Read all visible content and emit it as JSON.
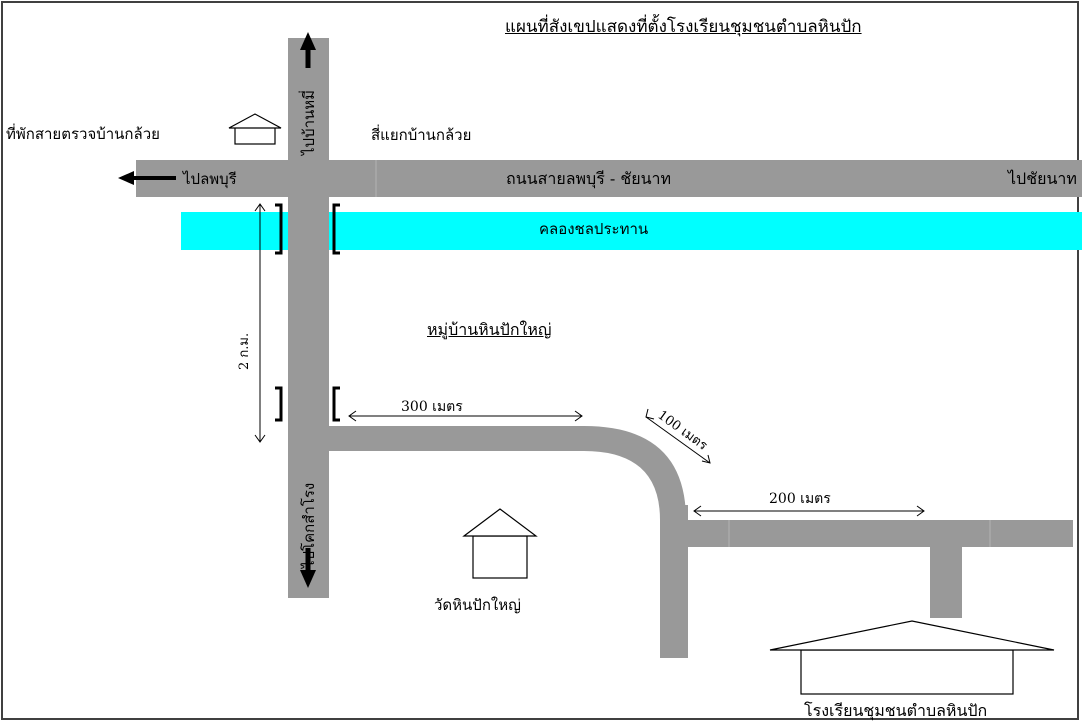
{
  "title": "แผนที่สังเขปแสดงที่ตั้งโรงเรียนชุมชนตำบลหินปัก",
  "labels": {
    "checkpoint": "ที่พักสายตรวจบ้านกล้วย",
    "intersection": "สี่แยกบ้านกล้วย",
    "to_lopburi": "ไปลพบุรี",
    "highway": "ถนนสายลพบุรี - ชัยนาท",
    "to_chainat": "ไปชัยนาท",
    "canal": "คลองชลประทาน",
    "village": "หมู่บ้านหินปักใหญ่",
    "to_north": "ไปบ้านหมี่",
    "to_south": "ไปโคกสำโรง",
    "distance_2km": "2 ก.ม.",
    "distance_300": "300 เมตร",
    "distance_100": "100 เมตร",
    "distance_200": "200 เมตร",
    "temple": "วัดหินปักใหญ่",
    "school": "โรงเรียนชุมชนตำบลหินปัก"
  },
  "colors": {
    "road": "#999999",
    "canal": "#00ffff",
    "line": "#000000"
  }
}
